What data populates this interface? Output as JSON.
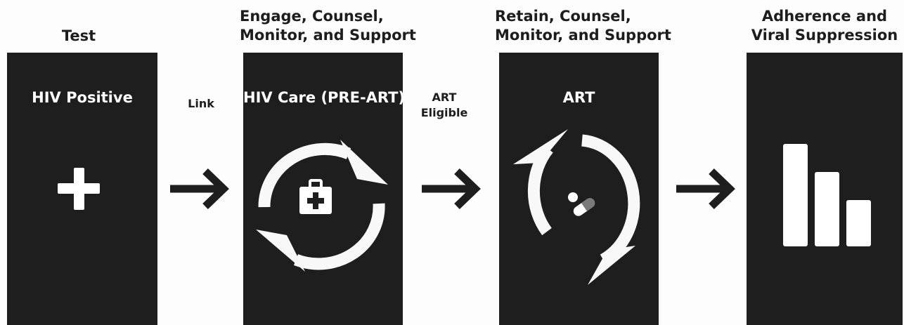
{
  "stages": [
    {
      "top_label": "Test",
      "box_title": "HIV Positive",
      "icon": "plus-icon"
    },
    {
      "top_label_1": "Engage, Counsel,",
      "top_label_2": "Monitor, and Support",
      "box_title": "HIV Care (PRE-ART)",
      "icon": "medical-kit-icon"
    },
    {
      "top_label_1": "Retain, Counsel,",
      "top_label_2": "Monitor, and Support",
      "box_title": "ART",
      "icon": "pill-icon"
    },
    {
      "top_label_1": "Adherence and",
      "top_label_2": "Viral Suppression",
      "icon": "bar-chart-icon"
    }
  ],
  "transitions": [
    {
      "label": "Link",
      "icon": "arrow-right-icon"
    },
    {
      "label_1": "ART",
      "label_2": "Eligible",
      "icon": "arrow-right-icon"
    },
    {
      "icon": "arrow-right-icon"
    }
  ],
  "colors": {
    "panel": "#1e1e1e",
    "icon": "#ffffff",
    "text": "#1d1d1d",
    "background": "#fdfdfd"
  }
}
